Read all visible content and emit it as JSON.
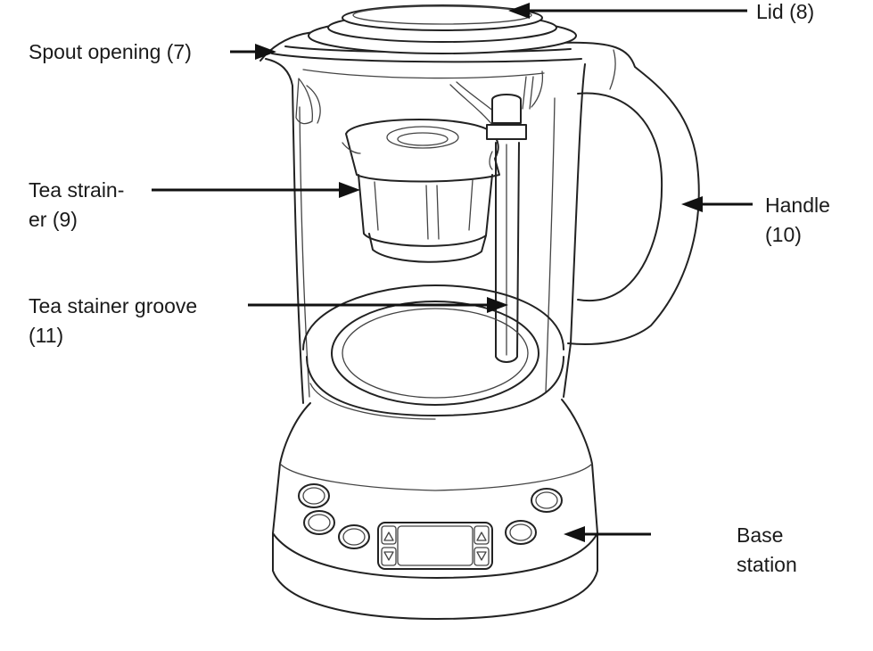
{
  "labels": {
    "lid": "Lid (8)",
    "spout": "Spout opening (7)",
    "strainer_line1": "Tea strain-",
    "strainer_line2": "er (9)",
    "groove_line1": "Tea stainer groove",
    "groove_line2": "(11)",
    "handle_line1": "Handle",
    "handle_line2": "(10)",
    "base_line1": "Base",
    "base_line2": "station"
  },
  "colors": {
    "line": "#222222",
    "arrow": "#111111",
    "background": "#ffffff"
  }
}
